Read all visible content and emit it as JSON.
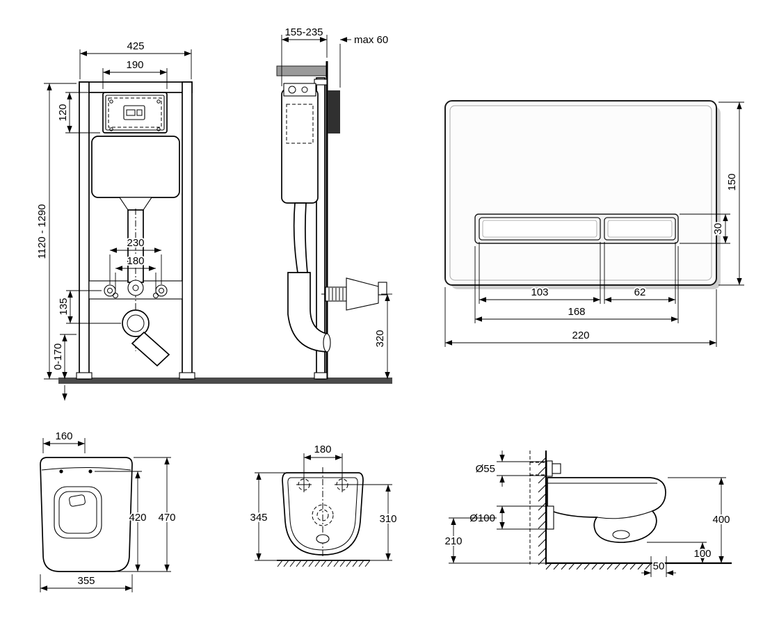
{
  "views": {
    "frame_front": {
      "name": "installation frame front view",
      "dims": {
        "frame_width": "425",
        "panel_width": "190",
        "panel_height": "120",
        "frame_height_range": "1120 - 1290",
        "fixing_span_outer": "230",
        "fixing_span_inner": "180",
        "outlet_offset": "135",
        "foot_adjust_range": "0-170"
      }
    },
    "frame_side": {
      "name": "installation frame side view",
      "dims": {
        "frame_depth_range": "155-235",
        "wall_max": "max 60",
        "outlet_height": "320"
      }
    },
    "flush_plate": {
      "name": "flush plate",
      "dims": {
        "plate_height": "150",
        "button_height": "30",
        "large_button_width": "103",
        "small_button_width": "62",
        "buttons_total_width": "168",
        "plate_width": "220"
      }
    },
    "bowl_front": {
      "name": "toilet bowl front view",
      "dims": {
        "top_width": "160",
        "inner_height": "420",
        "total_height": "470",
        "bowl_width": "355"
      }
    },
    "bowl_top": {
      "name": "toilet bowl top view",
      "dims": {
        "fixing_span": "180",
        "length": "345",
        "width": "310"
      }
    },
    "bowl_side": {
      "name": "toilet bowl side view",
      "dims": {
        "inlet_diameter": "Ø55",
        "outlet_diameter": "Ø100",
        "outlet_axis_height": "210",
        "total_height": "400",
        "floor_clearance": "100",
        "front_depth": "50"
      }
    }
  }
}
